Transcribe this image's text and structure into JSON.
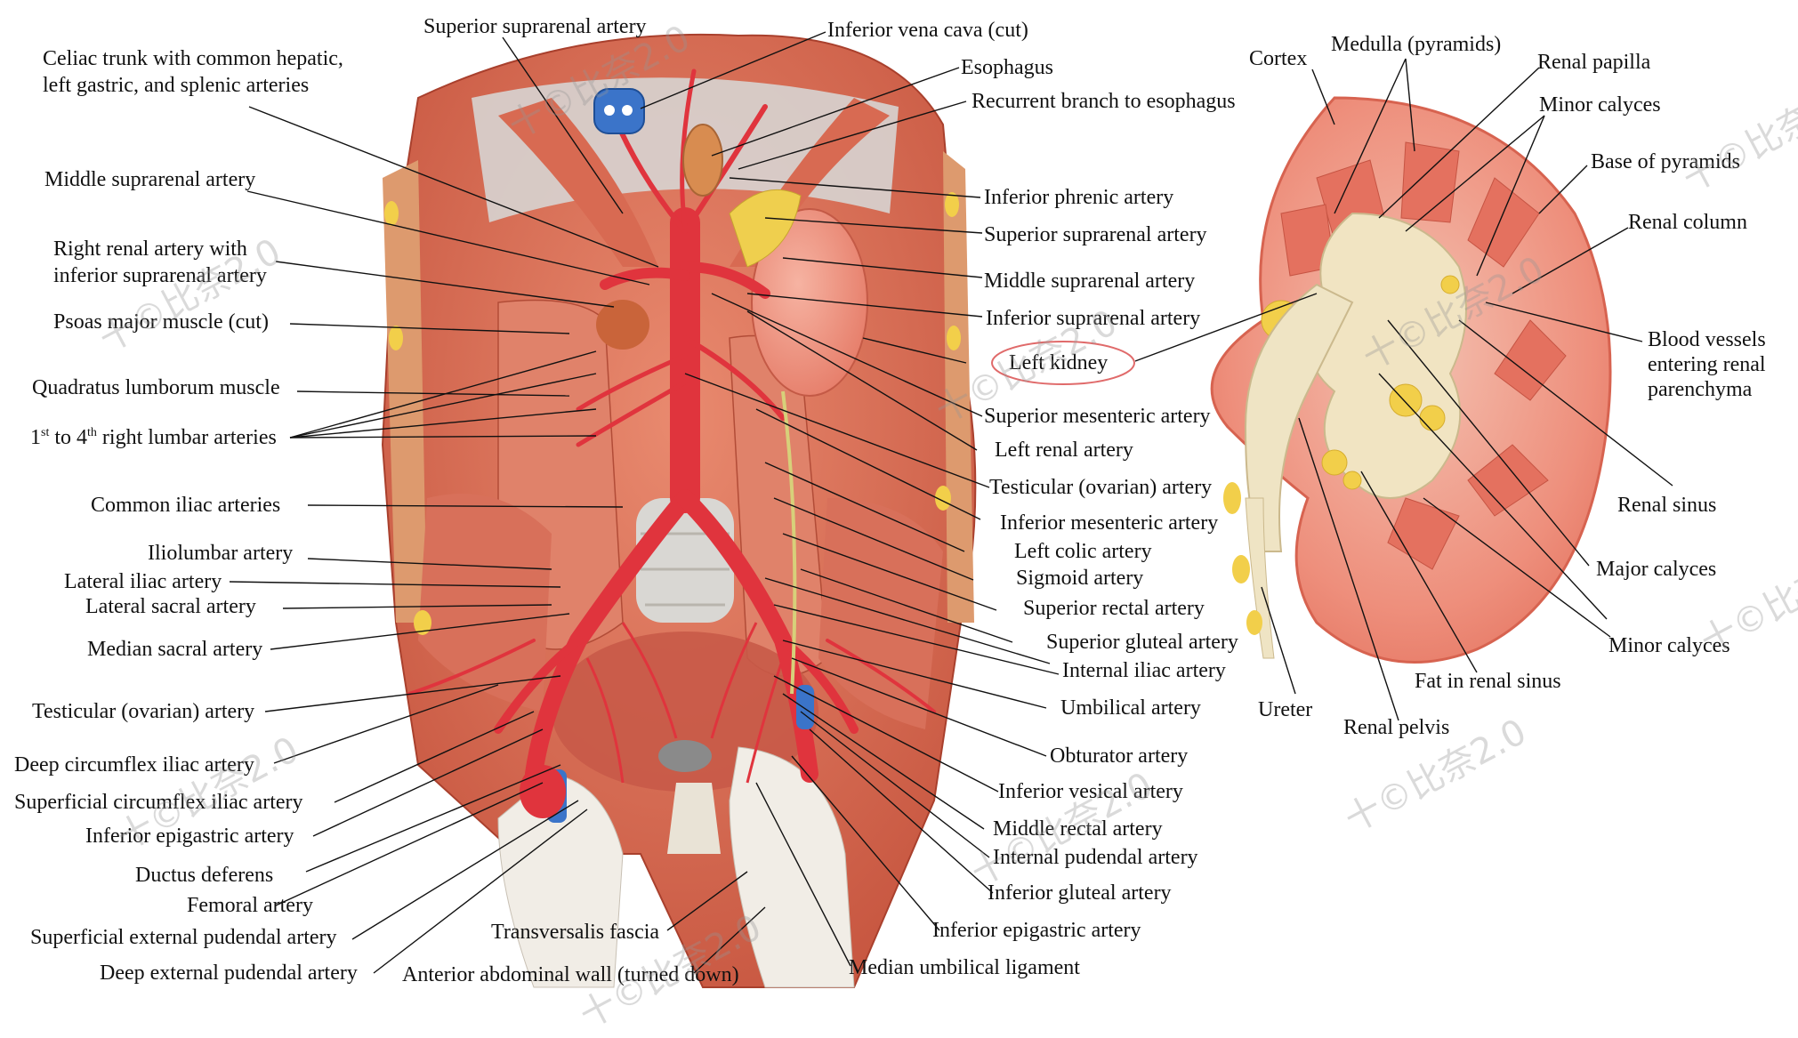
{
  "colors": {
    "muscle": "#d9644f",
    "muscle_dark": "#b7432f",
    "artery": "#e0343d",
    "vein": "#3b74c9",
    "fat": "#f2cf4a",
    "bone": "#e9e3d6",
    "kidney_cortex": "#ee8a78",
    "sinus": "#f1e4c2",
    "leader": "#111111",
    "highlight_ring": "#e06a6a"
  },
  "watermark_text": "十©比奈2.0",
  "labels": {
    "superior_suprarenal_top": "Superior suprarenal artery",
    "inferior_vena_cava": "Inferior vena cava (cut)",
    "celiac_trunk_1": "Celiac trunk with common hepatic,",
    "celiac_trunk_2": "left gastric, and splenic arteries",
    "esophagus": "Esophagus",
    "recurrent_branch": "Recurrent branch to esophagus",
    "middle_suprarenal_left": "Middle suprarenal artery",
    "inferior_phrenic": "Inferior phrenic artery",
    "superior_suprarenal_right": "Superior suprarenal artery",
    "right_renal_1": "Right renal artery with",
    "right_renal_2": "inferior suprarenal artery",
    "middle_suprarenal_right": "Middle suprarenal artery",
    "psoas_major": "Psoas major muscle (cut)",
    "inferior_suprarenal": "Inferior suprarenal artery",
    "left_kidney": "Left kidney",
    "quadratus_lumborum": "Quadratus lumborum muscle",
    "superior_mesenteric": "Superior mesenteric artery",
    "lumbar_pre": "1",
    "lumbar_sup1": "st",
    "lumbar_mid": " to 4",
    "lumbar_sup2": "th",
    "lumbar_post": " right lumbar arteries",
    "left_renal": "Left renal artery",
    "testicular_right": "Testicular (ovarian) artery",
    "common_iliac": "Common iliac arteries",
    "inferior_mesenteric": "Inferior mesenteric artery",
    "iliolumbar": "Iliolumbar artery",
    "left_colic": "Left colic artery",
    "lateral_iliac": "Lateral iliac artery",
    "sigmoid": "Sigmoid artery",
    "lateral_sacral": "Lateral sacral artery",
    "superior_rectal": "Superior rectal artery",
    "median_sacral": "Median sacral artery",
    "superior_gluteal": "Superior gluteal artery",
    "internal_iliac": "Internal iliac artery",
    "testicular_left": "Testicular (ovarian) artery",
    "umbilical": "Umbilical artery",
    "deep_circumflex": "Deep circumflex iliac artery",
    "obturator": "Obturator artery",
    "superficial_circumflex": "Superficial circumflex iliac artery",
    "inferior_vesical": "Inferior vesical artery",
    "inferior_epigastric_left": "Inferior epigastric artery",
    "middle_rectal": "Middle rectal artery",
    "ductus_deferens": "Ductus deferens",
    "internal_pudendal": "Internal pudendal artery",
    "femoral": "Femoral artery",
    "inferior_gluteal": "Inferior gluteal artery",
    "superficial_external_pudendal": "Superficial external pudendal artery",
    "transversalis_fascia": "Transversalis fascia",
    "inferior_epigastric_right": "Inferior epigastric artery",
    "deep_external_pudendal": "Deep external pudendal artery",
    "anterior_abdominal_wall": "Anterior abdominal wall (turned down)",
    "median_umbilical": "Median umbilical ligament",
    "cortex": "Cortex",
    "medulla": "Medulla (pyramids)",
    "renal_papilla": "Renal papilla",
    "minor_calyces_top": "Minor calyces",
    "base_of_pyramids": "Base of pyramids",
    "renal_column": "Renal column",
    "blood_vessels": "Blood vessels entering renal parenchyma",
    "renal_sinus": "Renal sinus",
    "major_calyces": "Major calyces",
    "minor_calyces_bottom": "Minor calyces",
    "fat_in_renal_sinus": "Fat in renal sinus",
    "ureter": "Ureter",
    "renal_pelvis": "Renal pelvis"
  }
}
